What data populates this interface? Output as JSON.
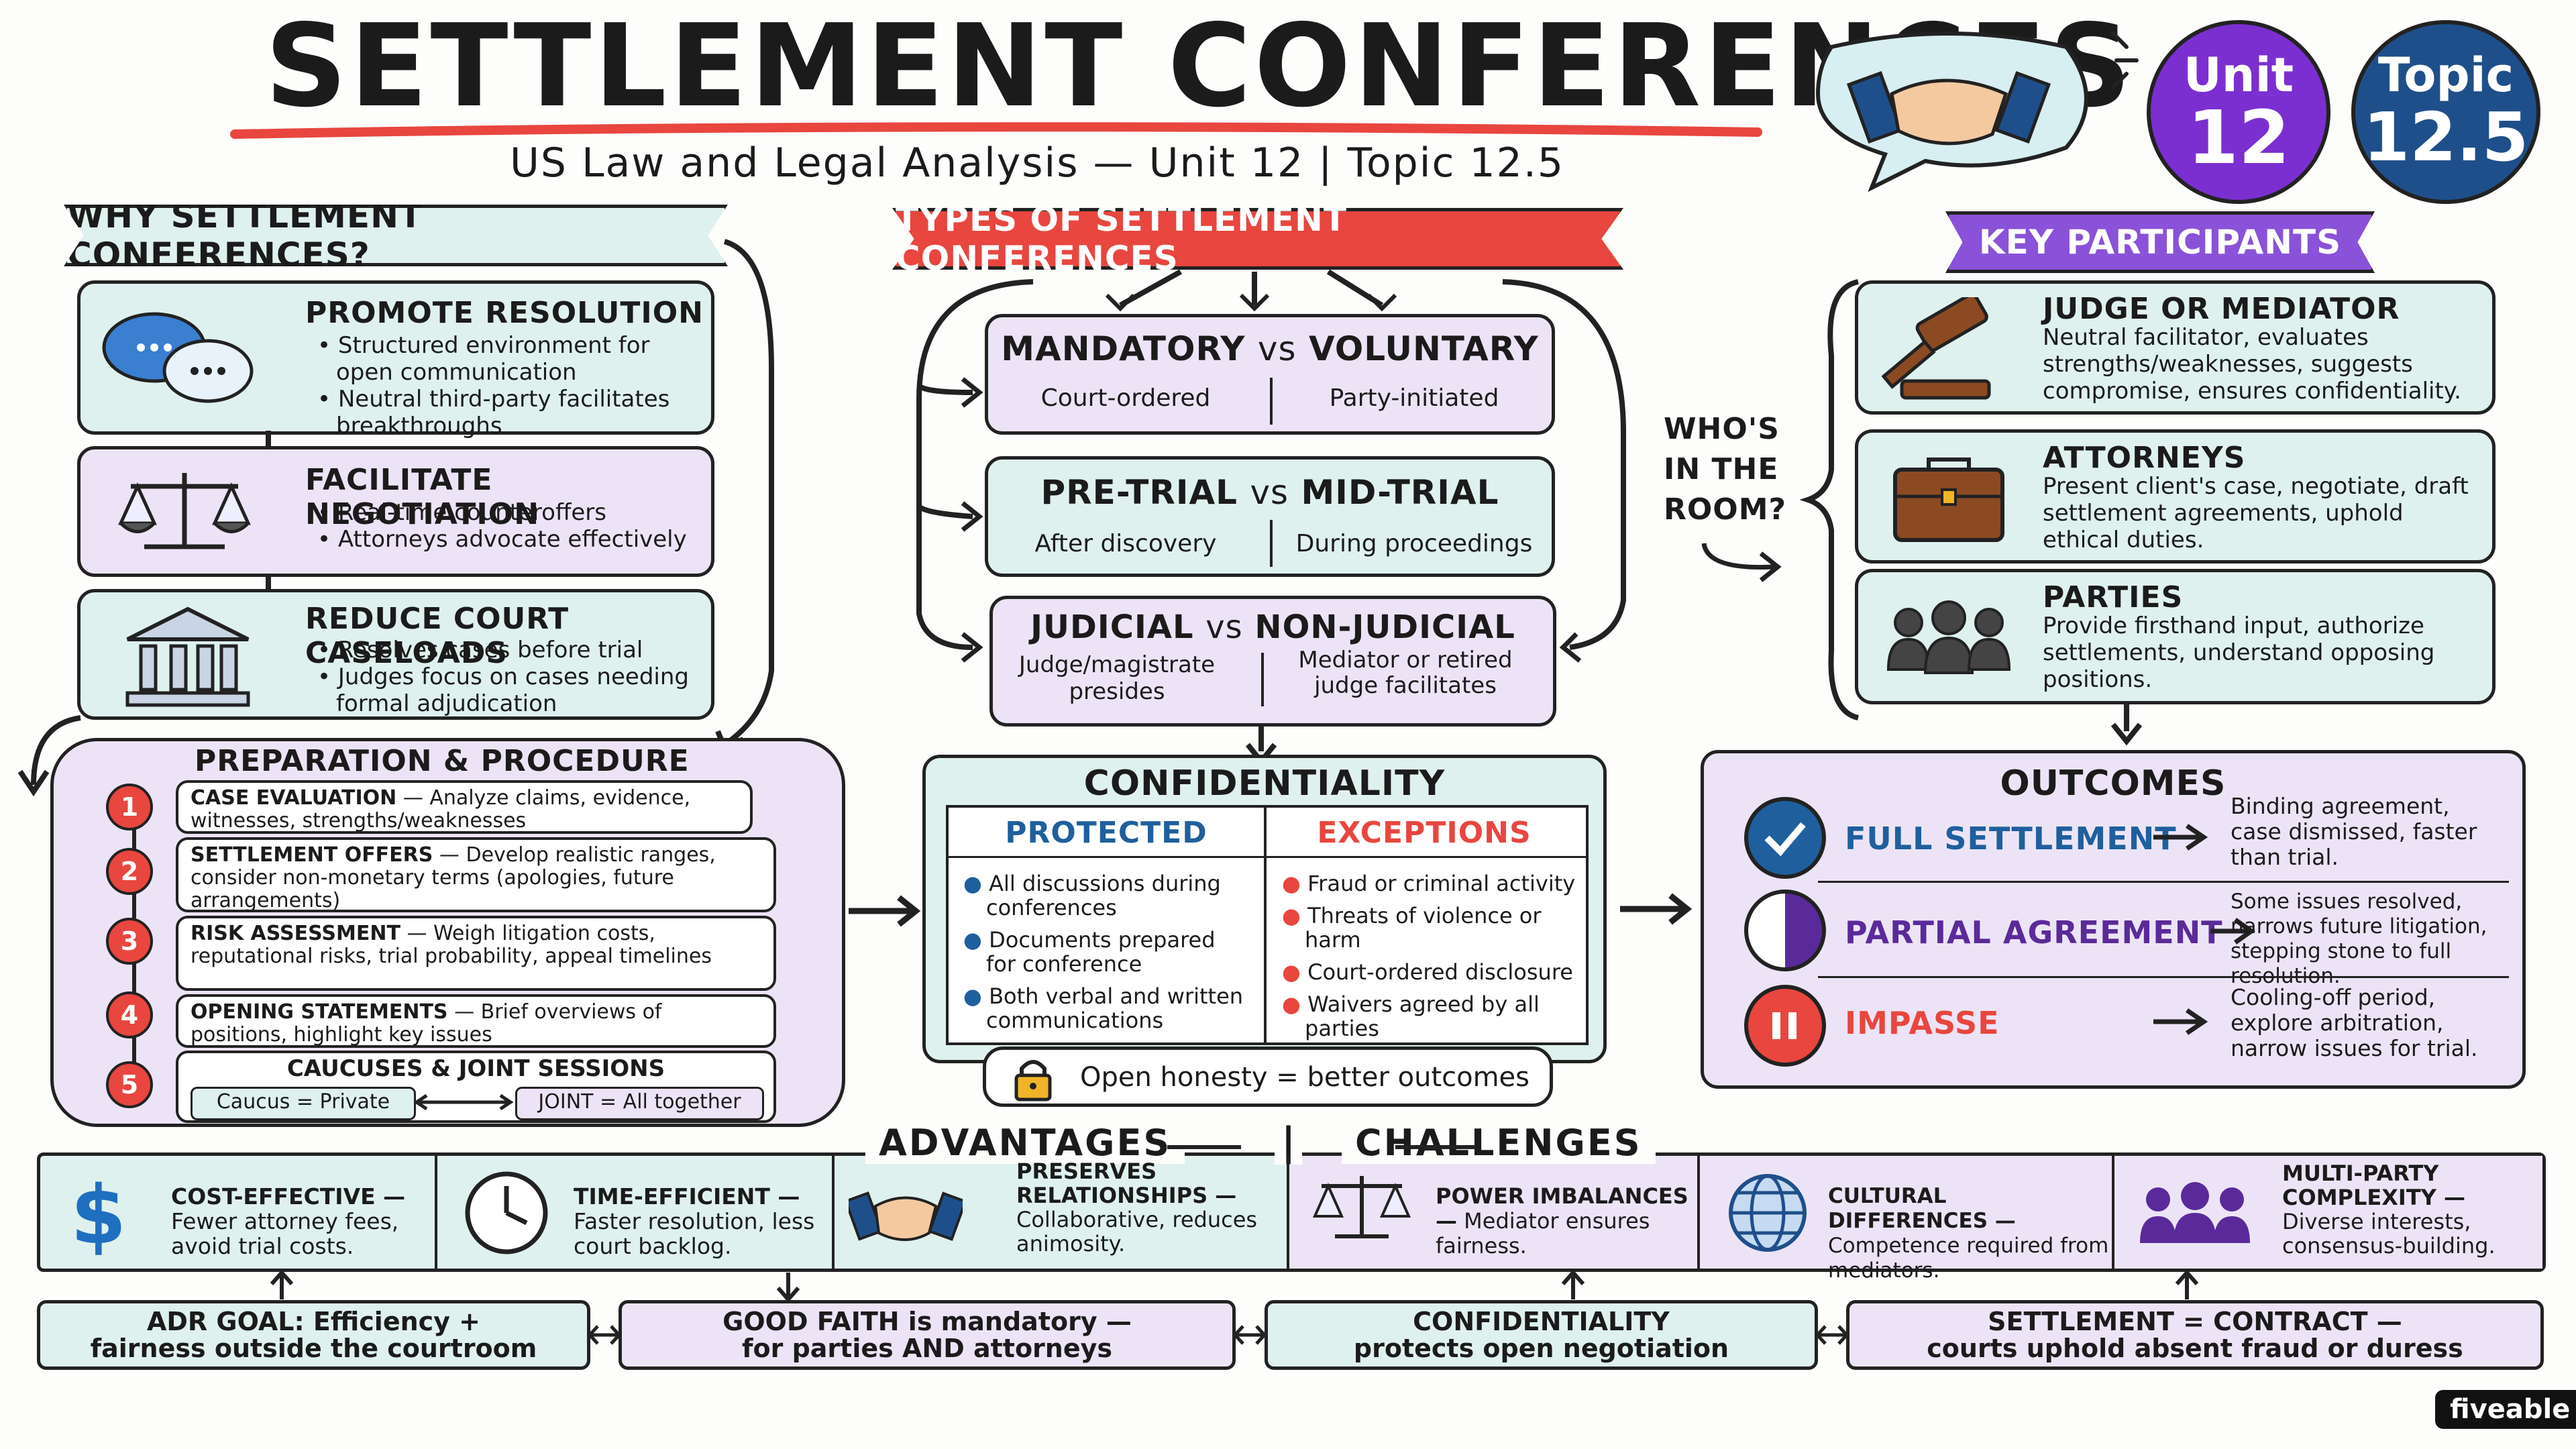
{
  "header": {
    "title": "SETTLEMENT CONFERENCES",
    "subtitle": "US Law and Legal Analysis — Unit 12 | Topic 12.5",
    "unit_label": "Unit",
    "unit_number": "12",
    "topic_label": "Topic",
    "topic_number": "12.5"
  },
  "why": {
    "banner": "WHY SETTLEMENT CONFERENCES?",
    "items": [
      {
        "heading": "PROMOTE RESOLUTION",
        "bullets": [
          "Structured environment for open communication",
          "Neutral third-party facilitates breakthroughs"
        ]
      },
      {
        "heading": "FACILITATE NEGOTIATION",
        "bullets": [
          "Real-time counteroffers",
          "Attorneys advocate effectively"
        ]
      },
      {
        "heading": "REDUCE COURT CASELOADS",
        "bullets": [
          "Resolves cases before trial",
          "Judges focus on cases needing formal adjudication"
        ]
      }
    ]
  },
  "preparation": {
    "heading": "PREPARATION & PROCEDURE",
    "steps": [
      {
        "num": "1",
        "title": "CASE EVALUATION",
        "text": " — Analyze claims, evidence, witnesses, strengths/weaknesses"
      },
      {
        "num": "2",
        "title": "SETTLEMENT OFFERS",
        "text": " — Develop realistic ranges, consider non-monetary terms (apologies, future arrangements)"
      },
      {
        "num": "3",
        "title": "RISK ASSESSMENT",
        "text": " — Weigh litigation costs, reputational risks, trial probability, appeal timelines"
      },
      {
        "num": "4",
        "title": "OPENING STATEMENTS",
        "text": " — Brief overviews of positions, highlight key issues"
      },
      {
        "num": "5",
        "title": "CAUCUSES & JOINT SESSIONS",
        "text": ""
      }
    ],
    "caucus": "Caucus = Private",
    "joint": "JOINT = All together"
  },
  "types": {
    "banner": "TYPES OF SETTLEMENT CONFERENCES",
    "pairs": [
      {
        "left": "MANDATORY",
        "vs": "vs",
        "right": "VOLUNTARY",
        "left_desc": "Court-ordered",
        "right_desc": "Party-initiated"
      },
      {
        "left": "PRE-TRIAL",
        "vs": "vs",
        "right": "MID-TRIAL",
        "left_desc": "After discovery",
        "right_desc": "During proceedings"
      },
      {
        "left": "JUDICIAL",
        "vs": "vs",
        "right": "NON-JUDICIAL",
        "left_desc": "Judge/magistrate presides",
        "right_desc": "Mediator or retired judge facilitates"
      }
    ]
  },
  "confidentiality": {
    "heading": "CONFIDENTIALITY",
    "protected_label": "PROTECTED",
    "protected": [
      "All discussions during conferences",
      "Documents prepared for conference",
      "Both verbal and written communications"
    ],
    "exceptions_label": "EXCEPTIONS",
    "exceptions": [
      "Fraud or criminal activity",
      "Threats of violence or harm",
      "Court-ordered disclosure",
      "Waivers agreed by all parties"
    ],
    "footer": "Open honesty = better outcomes"
  },
  "participants": {
    "banner": "KEY PARTICIPANTS",
    "side_label": "WHO'S IN THE ROOM?",
    "items": [
      {
        "heading": "JUDGE OR MEDIATOR",
        "desc": "Neutral facilitator, evaluates strengths/weaknesses, suggests compromise, ensures confidentiality."
      },
      {
        "heading": "ATTORNEYS",
        "desc": "Present client's case, negotiate, draft settlement agreements, uphold ethical duties."
      },
      {
        "heading": "PARTIES",
        "desc": "Provide firsthand input, authorize settlements, understand opposing positions."
      }
    ]
  },
  "outcomes": {
    "heading": "OUTCOMES",
    "items": [
      {
        "label": "FULL SETTLEMENT",
        "desc": "Binding agreement, case dismissed, faster than trial.",
        "color": "#1f5f9e"
      },
      {
        "label": "PARTIAL AGREEMENT",
        "desc": "Some issues resolved, narrows future litigation, stepping stone to full resolution.",
        "color": "#5b2a9a"
      },
      {
        "label": "IMPASSE",
        "desc": "Cooling-off period, explore arbitration, narrow issues for trial.",
        "color": "#e8463f"
      }
    ]
  },
  "adv_chal": {
    "advantages_label": "ADVANTAGES",
    "divider": "|",
    "challenges_label": "CHALLENGES",
    "advantages": [
      {
        "title": "COST-EFFECTIVE —",
        "desc": "Fewer attorney fees, avoid trial costs."
      },
      {
        "title": "TIME-EFFICIENT —",
        "desc": "Faster resolution, less court backlog."
      },
      {
        "title": "PRESERVES RELATIONSHIPS —",
        "desc": "Collaborative, reduces animosity."
      }
    ],
    "challenges": [
      {
        "title": "POWER IMBALANCES —",
        "desc": "Mediator ensures fairness."
      },
      {
        "title": "CULTURAL DIFFERENCES —",
        "desc": "Competence required from mediators."
      },
      {
        "title": "MULTI-PARTY COMPLEXITY —",
        "desc": "Diverse interests, consensus-building."
      }
    ]
  },
  "bottom": [
    {
      "line1": "ADR GOAL: Efficiency +",
      "line2": "fairness outside the courtroom"
    },
    {
      "line1": "GOOD FAITH is mandatory —",
      "line2": "for parties AND attorneys"
    },
    {
      "line1": "CONFIDENTIALITY",
      "line2": "protects open negotiation"
    },
    {
      "line1": "SETTLEMENT = CONTRACT —",
      "line2": "courts uphold absent fraud or duress"
    }
  ],
  "brand": "fiveable",
  "colors": {
    "teal": "#dff1ee",
    "lavender": "#ece4f6",
    "red": "#e8463f",
    "purple": "#7b2fd0",
    "navy": "#1f4f8a"
  }
}
